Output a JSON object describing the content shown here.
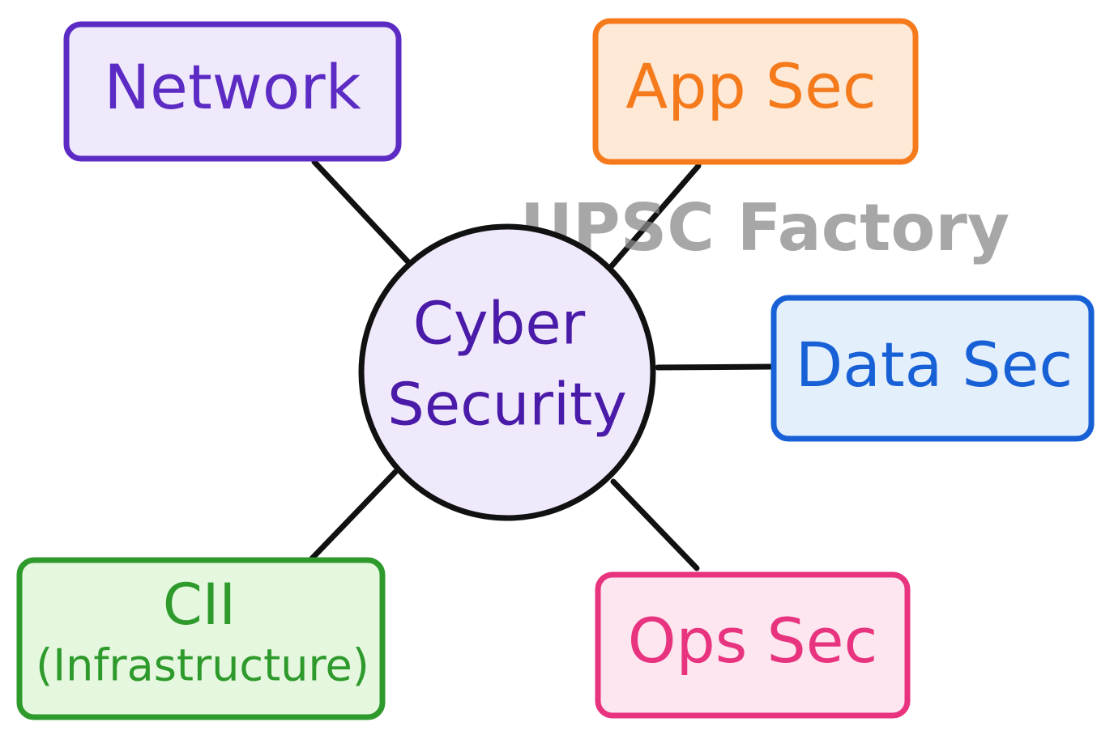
{
  "watermark": "UPSC Factory",
  "center": {
    "line1": "Cyber",
    "line2": "Security"
  },
  "nodes": {
    "network": {
      "label": "Network",
      "color": "#5b2bc4",
      "fill": "#efe9fb"
    },
    "app_sec": {
      "label": "App Sec",
      "color": "#f57a1c",
      "fill": "#fde9d6"
    },
    "data_sec": {
      "label": "Data Sec",
      "color": "#1760d6",
      "fill": "#e4effc"
    },
    "ops_sec": {
      "label": "Ops Sec",
      "color": "#e8337f",
      "fill": "#fde6f0"
    },
    "cii": {
      "line1": "CII",
      "line2": "(Infrastructure)",
      "color": "#2f9a2c",
      "fill": "#e5f8df"
    }
  }
}
